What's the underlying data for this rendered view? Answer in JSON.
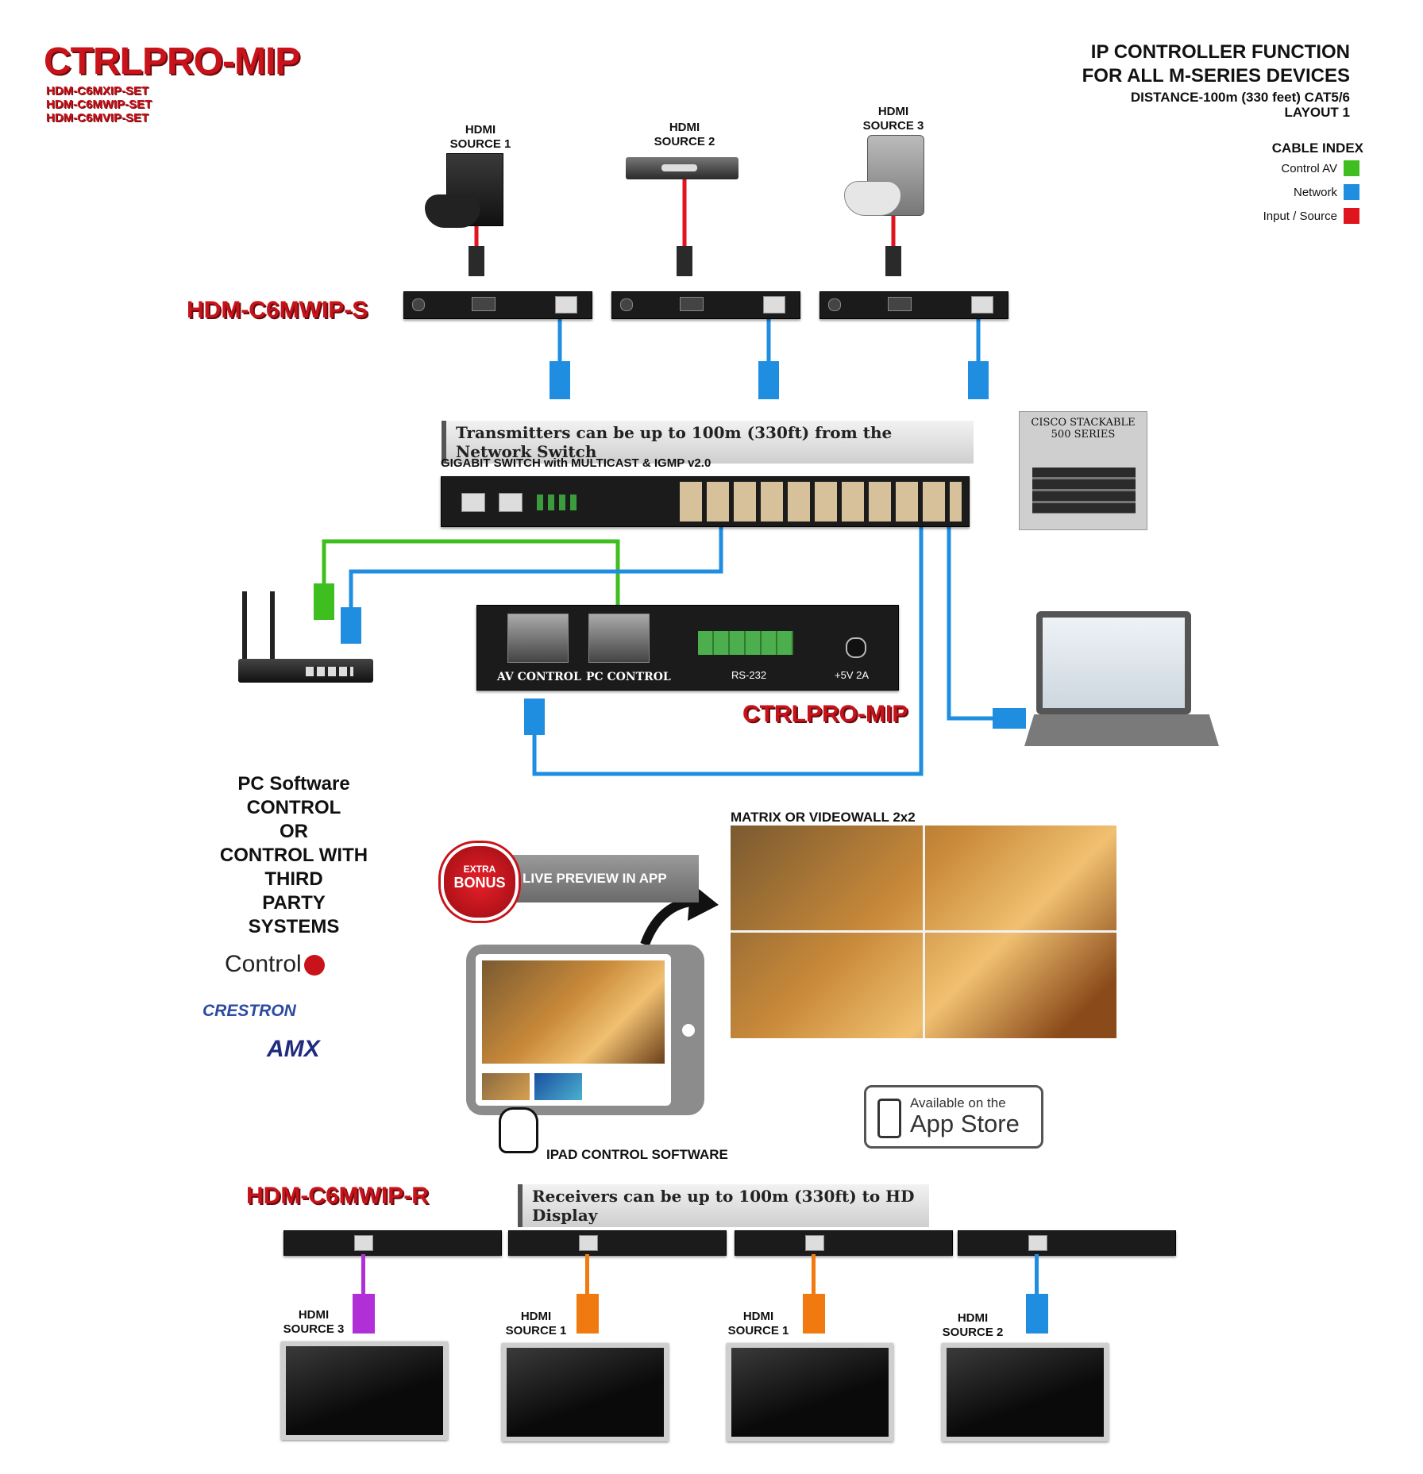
{
  "header": {
    "title": "CTRLPRO-MIP",
    "sets": [
      "HDM-C6MXIP-SET",
      "HDM-C6MWIP-SET",
      "HDM-C6MVIP-SET"
    ],
    "function_line1": "IP CONTROLLER FUNCTION",
    "function_line2": "FOR ALL M-SERIES DEVICES",
    "distance": "DISTANCE-100m (330 feet) CAT5/6",
    "layout": "LAYOUT 1"
  },
  "cable_index": {
    "title": "CABLE INDEX",
    "items": [
      {
        "label": "Control AV",
        "color": "#3fbf1f"
      },
      {
        "label": "Network",
        "color": "#1f8ee0"
      },
      {
        "label": "Input / Source",
        "color": "#e0141c"
      }
    ]
  },
  "sources": [
    {
      "line1": "HDMI",
      "line2": "SOURCE 1"
    },
    {
      "line1": "HDMI",
      "line2": "SOURCE 2"
    },
    {
      "line1": "HDMI",
      "line2": "SOURCE 3"
    }
  ],
  "transmitter_label": "HDM-C6MWIP-S",
  "banner_tx": "Transmitters can be up to 100m (330ft) from the Network Switch",
  "switch_label": "GIGABIT SWITCH with MULTICAST & IGMP v2.0",
  "cisco": {
    "line1": "CISCO STACKABLE",
    "line2": "500 SERIES"
  },
  "controller": {
    "av_control": "AV CONTROL",
    "pc_control": "PC CONTROL",
    "rs232": "RS-232",
    "power": "+5V 2A",
    "label": "CTRLPRO-MIP"
  },
  "control_text": [
    "PC Software CONTROL",
    "OR",
    "CONTROL WITH",
    "THIRD",
    "PARTY",
    "SYSTEMS"
  ],
  "logos": {
    "control4": "Control",
    "crestron": "CRESTRON",
    "amx": "AMX"
  },
  "bonus": {
    "badge_top": "EXTRA",
    "badge_main": "BONUS",
    "tag": "LIVE PREVIEW IN APP"
  },
  "videowall_label": "MATRIX OR VIDEOWALL 2x2",
  "ipad_label": "IPAD CONTROL SOFTWARE",
  "appstore": {
    "line1": "Available on the",
    "line2": "App Store"
  },
  "receiver_label": "HDM-C6MWIP-R",
  "banner_rx": "Receivers can be up to 100m (330ft) to HD Display",
  "displays": [
    {
      "line1": "HDMI",
      "line2": "SOURCE 3",
      "cable": "#b12fd6"
    },
    {
      "line1": "HDMI",
      "line2": "SOURCE 1",
      "cable": "#f07a10"
    },
    {
      "line1": "HDMI",
      "line2": "SOURCE 1",
      "cable": "#f07a10"
    },
    {
      "line1": "HDMI",
      "line2": "SOURCE 2",
      "cable": "#1f8ee0"
    }
  ]
}
